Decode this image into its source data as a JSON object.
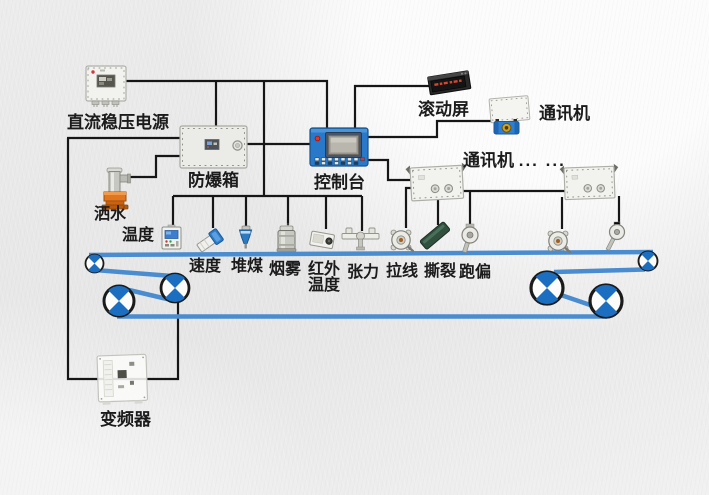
{
  "diagram_labels": {
    "power_supply": "直流稳压电源",
    "explosion_proof_box": "防爆箱",
    "control_console": "控制台",
    "rolling_screen": "滚动屏",
    "comm_machine_top": "通讯机",
    "comm_machine_row": "通讯机",
    "comm_machine_row_ellipsis": "... ...",
    "water_spray": "洒水",
    "inverter": "变频器"
  },
  "sensor_labels": [
    {
      "id": "temperature",
      "label": "温度"
    },
    {
      "id": "speed",
      "label": "速度"
    },
    {
      "id": "coal-pile",
      "label": "堆煤"
    },
    {
      "id": "smoke",
      "label": "烟雾"
    },
    {
      "id": "infrared-temperature",
      "label": "红外温度"
    },
    {
      "id": "tension",
      "label": "张力"
    },
    {
      "id": "pull-wire",
      "label": "拉线"
    },
    {
      "id": "tear",
      "label": "撕裂"
    },
    {
      "id": "belt-deviation",
      "label": "跑偏"
    }
  ],
  "colors": {
    "wire": "#161616",
    "belt": "#4a8cd0",
    "pulley_blue": "#1c6fc0",
    "console_blue": "#2879ca",
    "modem_blue": "#2b7fd4",
    "spray_orange": "#e0761f",
    "tear_green": "#31503e",
    "led_red": "#d6452e"
  }
}
